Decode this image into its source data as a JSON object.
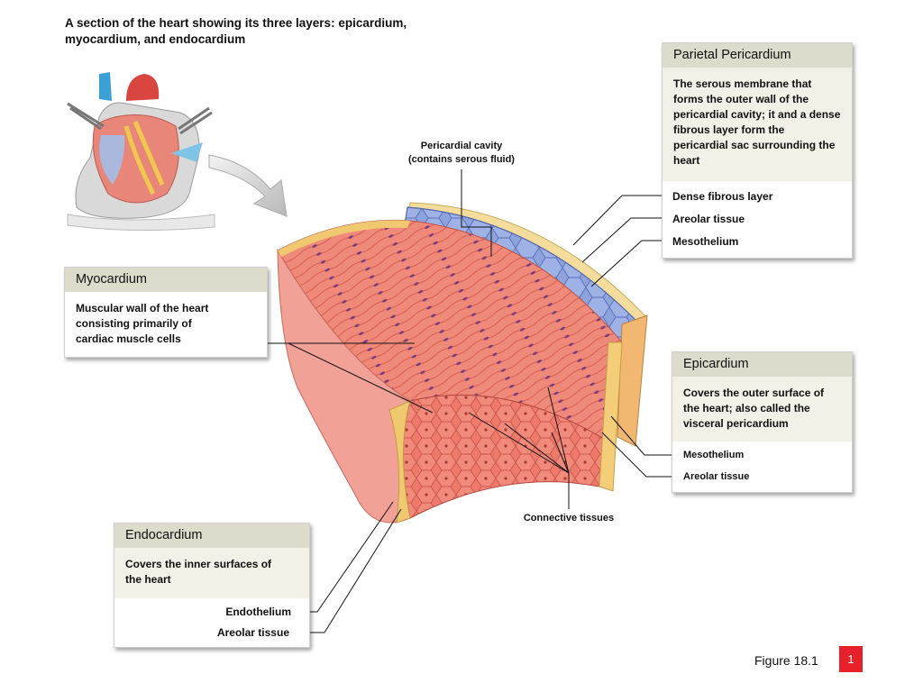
{
  "title": "A section of the heart showing its three layers: epicardium, myocardium, and endocardium",
  "parietal": {
    "heading": "Parietal Pericardium",
    "description": "The serous membrane that forms the outer wall of the pericardial cavity; it and a dense fibrous layer form the pericardial sac surrounding the heart",
    "layers": [
      "Dense fibrous layer",
      "Areolar tissue",
      "Mesothelium"
    ]
  },
  "myocardium": {
    "heading": "Myocardium",
    "description": "Muscular wall of the heart consisting primarily of cardiac muscle cells"
  },
  "epicardium": {
    "heading": "Epicardium",
    "description": "Covers the outer surface of the heart; also called the visceral pericardium",
    "layers": [
      "Mesothelium",
      "Areolar tissue"
    ]
  },
  "endocardium": {
    "heading": "Endocardium",
    "description": "Covers the inner surfaces of the heart",
    "layers": [
      "Endothelium",
      "Areolar tissue"
    ]
  },
  "labels": {
    "pericardial_cavity": "Pericardial cavity\n(contains serous fluid)",
    "connective_tissues": "Connective tissues"
  },
  "footer": {
    "figure": "Figure 18.1",
    "page": "1"
  },
  "colors": {
    "header_bg": "#dcdccc",
    "desc_bg": "#f1f1e8",
    "muscle": "#e8786a",
    "pericardium_blue": "#8ea3dc",
    "fat_yellow": "#f2d27a",
    "badge": "#e8202a"
  }
}
